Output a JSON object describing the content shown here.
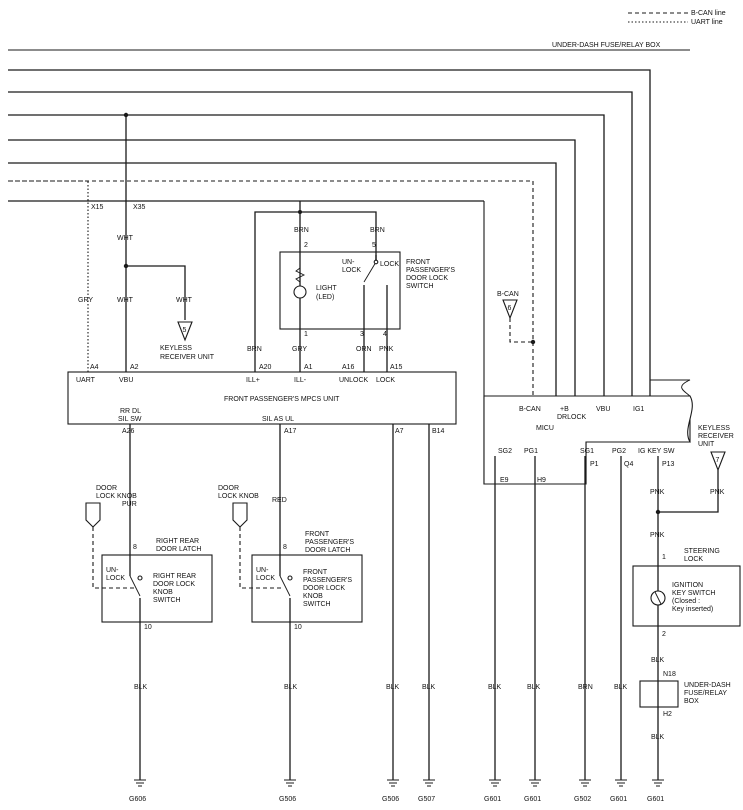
{
  "legend": {
    "bcan": "B-CAN line",
    "uart": "UART line"
  },
  "fuse_box": {
    "title": "UNDER-DASH FUSE/RELAY BOX"
  },
  "terminals_top": {
    "x15": "X15",
    "x35": "X35"
  },
  "wires": {
    "wht1": "WHT",
    "wht2": "WHT",
    "wht3": "WHT",
    "gry1": "GRY",
    "brn_top1": "BRN",
    "brn_top2": "BRN",
    "brn_a20": "BRN",
    "gry_a1": "GRY",
    "orn": "ORN",
    "pnk_a15": "PNK",
    "pur": "PUR",
    "red": "RED",
    "blk_g606": "BLK",
    "blk_g506a": "BLK",
    "blk_a7": "BLK",
    "blk_b14": "BLK",
    "blk_e9": "BLK",
    "blk_h9": "BLK",
    "brn_p1": "BRN",
    "blk_q4": "BLK",
    "pnk_p13": "PNK",
    "pnk_recv": "PNK",
    "pnk_join": "PNK",
    "blk_key": "BLK",
    "blk_h2": "BLK"
  },
  "pins": {
    "p2": "2",
    "p5": "5",
    "p1": "1",
    "p3": "3",
    "p4": "4",
    "p8a": "8",
    "p10a": "10",
    "p8b": "8",
    "p10b": "10",
    "sl1": "1",
    "sl2": "2"
  },
  "keyless_left": {
    "num": "5",
    "label1": "KEYLESS",
    "label2": "RECEIVER UNIT"
  },
  "keyless_right": {
    "num": "7",
    "label1": "KEYLESS",
    "label2": "RECEIVER",
    "label3": "UNIT"
  },
  "bcan_ref": {
    "num": "6",
    "label": "B-CAN"
  },
  "front_switch": {
    "title1": "FRONT",
    "title2": "PASSENGER'S",
    "title3": "DOOR LOCK",
    "title4": "SWITCH",
    "light1": "LIGHT",
    "light2": "(LED)",
    "unlock1": "UN-",
    "unlock2": "LOCK",
    "lock": "LOCK"
  },
  "mpcs": {
    "title": "FRONT PASSENGER'S MPCS UNIT",
    "a4": "A4",
    "a2": "A2",
    "a20": "A20",
    "a1": "A1",
    "a16": "A16",
    "a15": "A15",
    "uart": "UART",
    "vbu": "VBU",
    "illp": "ILL+",
    "illm": "ILL-",
    "unlock": "UNLOCK",
    "lock": "LOCK",
    "rrdl": "RR DL",
    "silsw": "SIL SW",
    "silasul": "SIL AS UL",
    "a26": "A26",
    "a17": "A17",
    "a7": "A7",
    "b14": "B14"
  },
  "micu": {
    "title": "MICU",
    "bcan": "B-CAN",
    "plusb": "+B",
    "drlock": "DRLOCK",
    "vbu": "VBU",
    "ig1": "IG1",
    "sg2": "SG2",
    "pg1": "PG1",
    "sg1": "SG1",
    "pg2": "PG2",
    "igkeysw": "IG KEY SW",
    "e9": "E9",
    "h9": "H9",
    "p1": "P1",
    "q4": "Q4",
    "p13": "P13"
  },
  "rr_latch": {
    "knob1": "DOOR",
    "knob2": "LOCK KNOB",
    "title1": "RIGHT REAR",
    "title2": "DOOR LATCH",
    "sw1": "RIGHT REAR",
    "sw2": "DOOR LOCK",
    "sw3": "KNOB",
    "sw4": "SWITCH",
    "un": "UN-",
    "lock": "LOCK"
  },
  "fp_latch": {
    "knob1": "DOOR",
    "knob2": "LOCK KNOB",
    "title1": "FRONT",
    "title2": "PASSENGER'S",
    "title3": "DOOR LATCH",
    "sw1": "FRONT",
    "sw2": "PASSENGER'S",
    "sw3": "DOOR LOCK",
    "sw4": "KNOB",
    "sw5": "SWITCH",
    "un": "UN-",
    "lock": "LOCK"
  },
  "steering": {
    "title1": "STEERING",
    "title2": "LOCK",
    "sw1": "IGNITION",
    "sw2": "KEY SWITCH",
    "sw3": "(Closed :",
    "sw4": "Key inserted)"
  },
  "fusebox2": {
    "n18": "N18",
    "h2": "H2",
    "label1": "UNDER-DASH",
    "label2": "FUSE/RELAY",
    "label3": "BOX"
  },
  "grounds": {
    "g606": "G606",
    "g506a": "G506",
    "g506b": "G506",
    "g507": "G507",
    "g601a": "G601",
    "g601b": "G601",
    "g502": "G502",
    "g601c": "G601",
    "g601d": "G601"
  },
  "colors": {
    "line": "#1a1a1a",
    "background": "#ffffff"
  }
}
